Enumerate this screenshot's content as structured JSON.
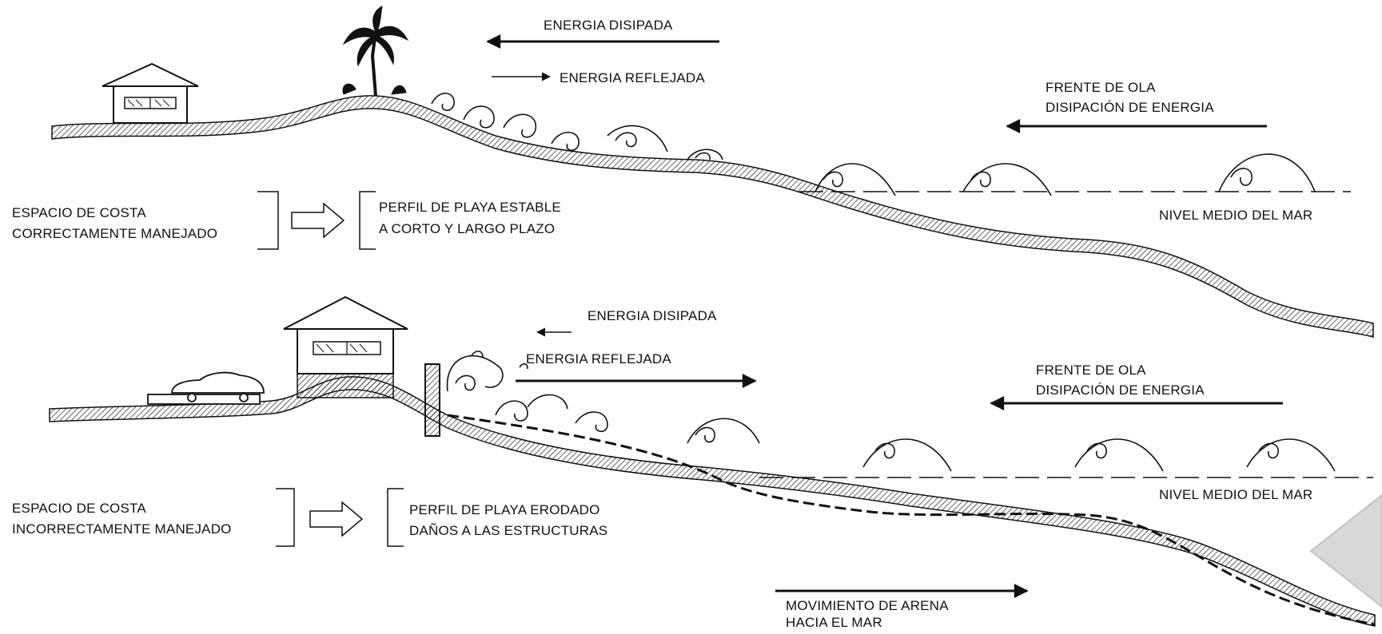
{
  "top": {
    "energy_dissipated": "ENERGIA DISIPADA",
    "energy_reflected": "ENERGIA REFLEJADA",
    "wave_front_line1": "FRENTE DE OLA",
    "wave_front_line2": "DISIPACIÓN DE ENERGIA",
    "sea_level": "NIVEL MEDIO DEL MAR",
    "coast_line1": "ESPACIO DE COSTA",
    "coast_line2": "CORRECTAMENTE MANEJADO",
    "profile_line1": "PERFIL DE PLAYA ESTABLE",
    "profile_line2": "A CORTO Y LARGO PLAZO"
  },
  "bottom": {
    "energy_dissipated": "ENERGIA DISIPADA",
    "energy_reflected": "ENERGIA REFLEJADA",
    "wave_front_line1": "FRENTE DE OLA",
    "wave_front_line2": "DISIPACIÓN DE ENERGIA",
    "sea_level": "NIVEL MEDIO DEL MAR",
    "coast_line1": "ESPACIO DE COSTA",
    "coast_line2": "INCORRECTAMENTE MANEJADO",
    "profile_line1": "PERFIL DE PLAYA ERODADO",
    "profile_line2": "DAÑOS A LAS ESTRUCTURAS",
    "sand_line1": "MOVIMIENTO DE ARENA",
    "sand_line2": "HACIA EL MAR"
  },
  "colors": {
    "ink": "#111111",
    "hatch": "#333333",
    "nav_button": "#d8d8d8"
  }
}
